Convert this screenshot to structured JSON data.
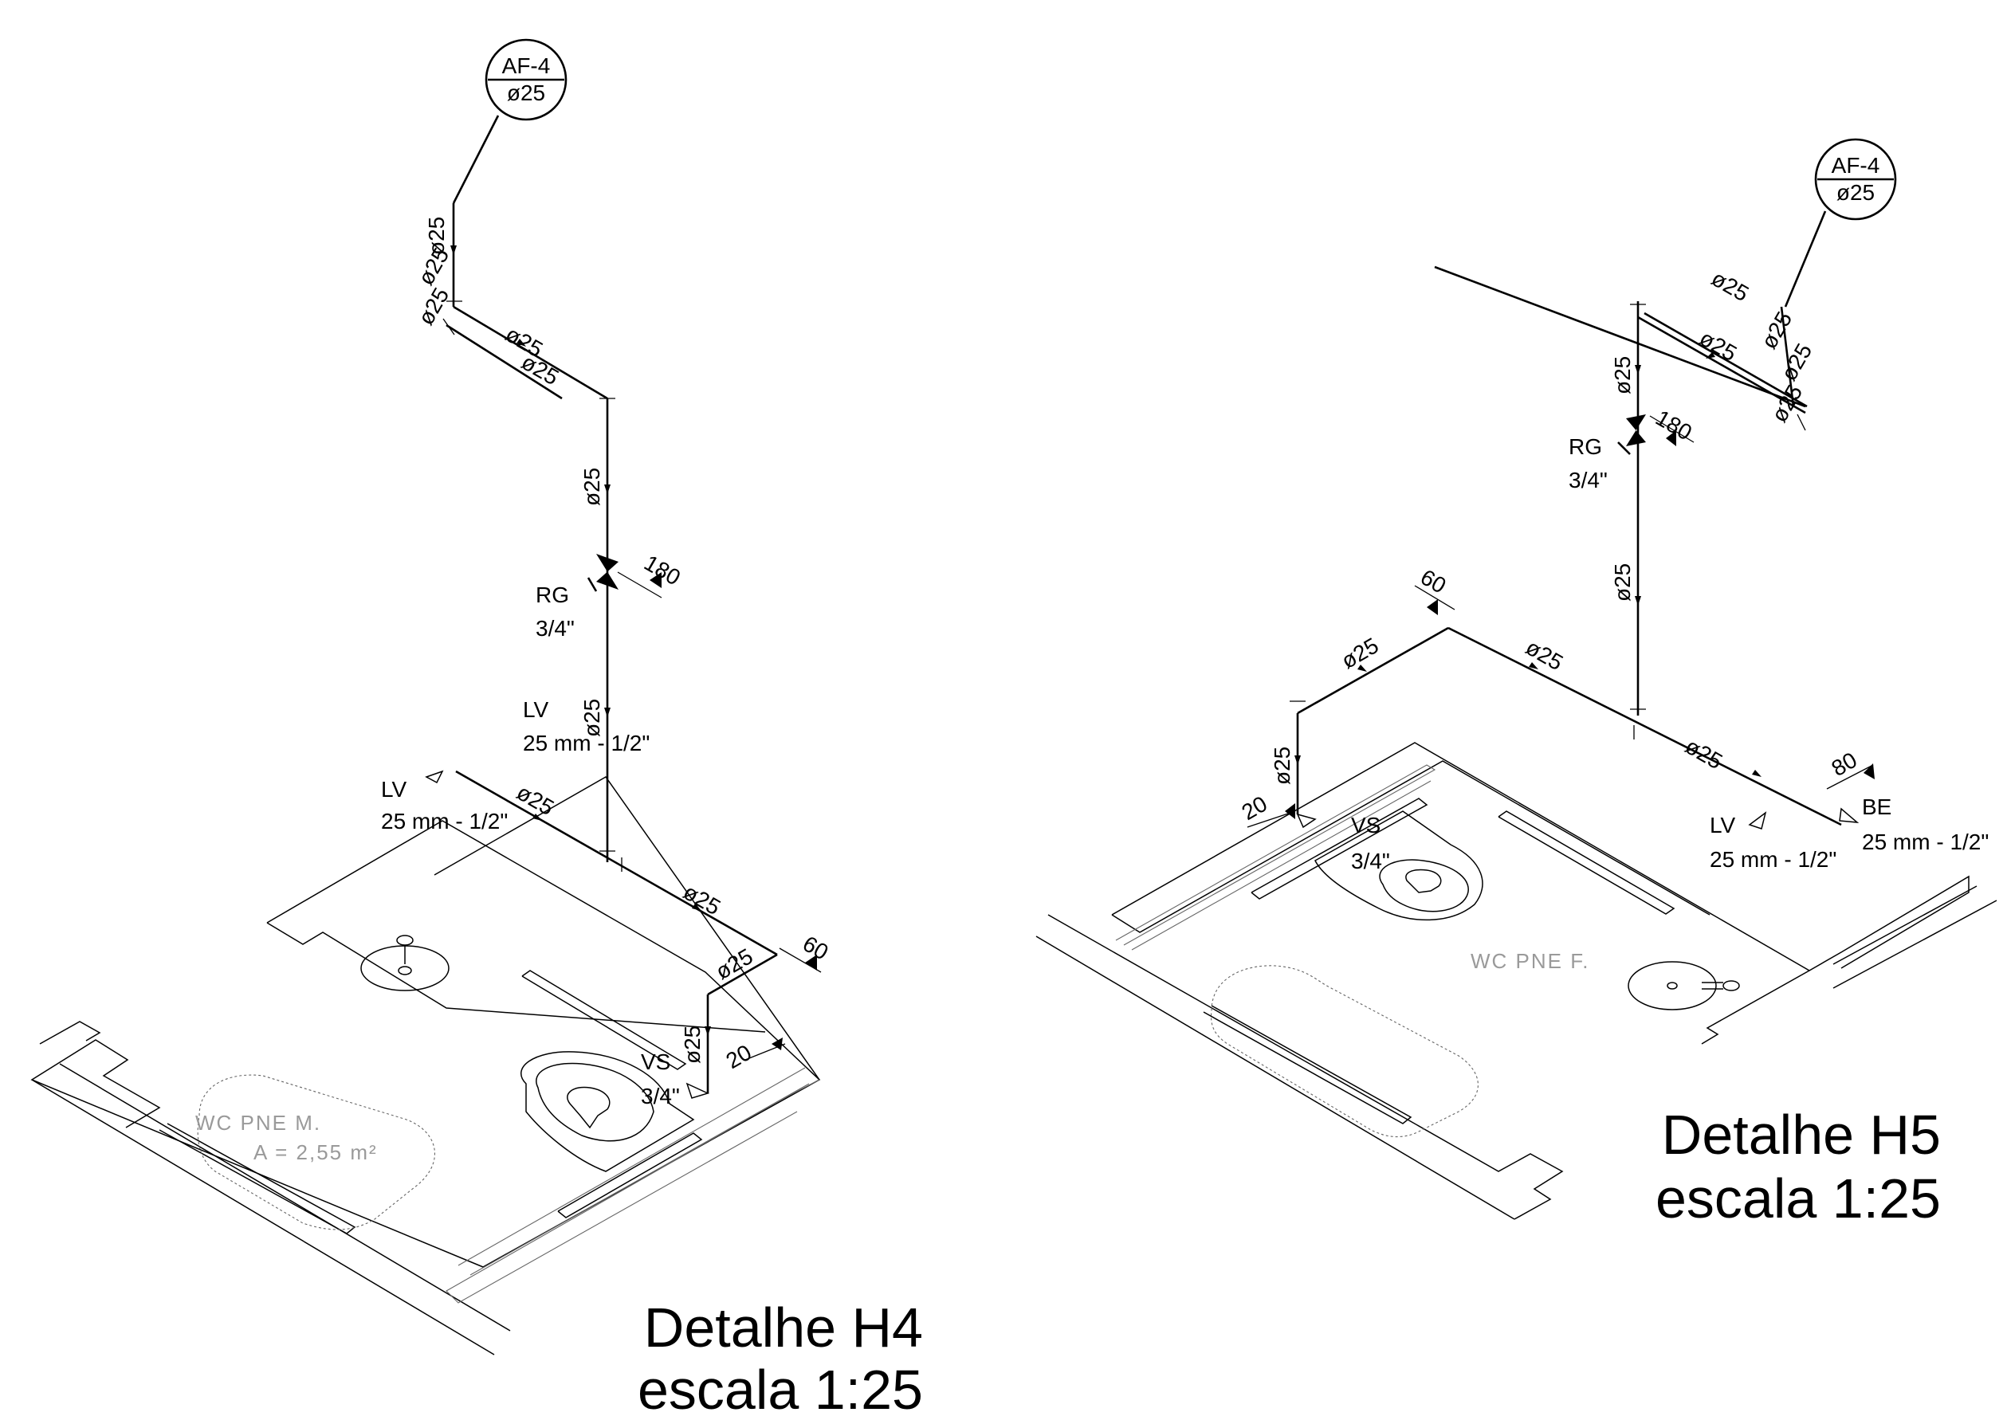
{
  "details": [
    {
      "id": "H4",
      "title": "Detalhe H4",
      "scale": "escala 1:25",
      "tag": {
        "top": "AF-4",
        "bottom": "ø25"
      },
      "room": {
        "name": "WC  PNE  M.",
        "area": "A  =  2,55  m²"
      },
      "pipe_labels": [
        "ø25",
        "ø25",
        "ø25",
        "ø25",
        "ø25",
        "ø25",
        "ø25",
        "ø25",
        "ø25",
        "ø25",
        "ø25"
      ],
      "valve": {
        "code": "RG",
        "size": "3/4\""
      },
      "heights": [
        "180",
        "60",
        "20"
      ],
      "points": [
        {
          "code": "LV",
          "spec": "25 mm - 1/2\""
        },
        {
          "code": "LV",
          "spec": "25 mm - 1/2\""
        },
        {
          "code": "VS",
          "spec": "3/4\""
        }
      ]
    },
    {
      "id": "H5",
      "title": "Detalhe H5",
      "scale": "escala 1:25",
      "tag": {
        "top": "AF-4",
        "bottom": "ø25"
      },
      "room": {
        "name": "WC  PNE  F."
      },
      "pipe_labels": [
        "ø25",
        "ø25",
        "ø25",
        "ø25",
        "ø25",
        "ø25",
        "ø25",
        "ø25",
        "ø25",
        "ø25",
        "ø25"
      ],
      "valve": {
        "code": "RG",
        "size": "3/4\""
      },
      "heights": [
        "180",
        "60",
        "20",
        "80"
      ],
      "points": [
        {
          "code": "VS",
          "spec": "3/4\""
        },
        {
          "code": "LV",
          "spec": "25 mm - 1/2\""
        },
        {
          "code": "BE",
          "spec": "25 mm - 1/2\""
        }
      ]
    }
  ]
}
